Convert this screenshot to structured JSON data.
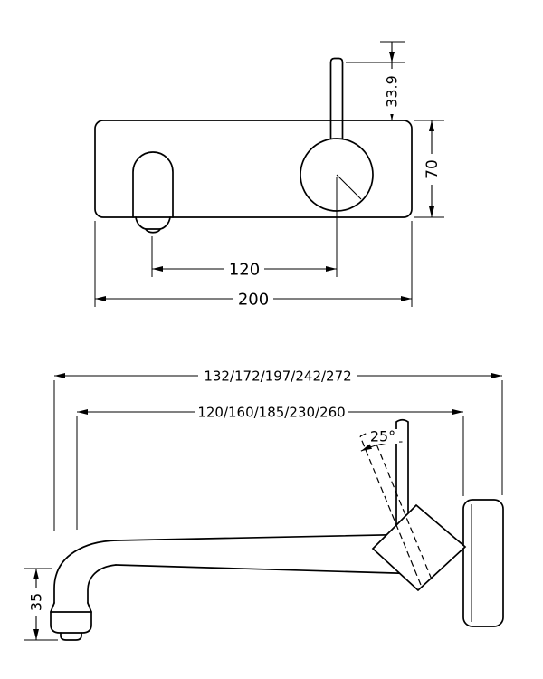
{
  "front_view": {
    "dim_handle_above_plate": "33.9",
    "dim_plate_height": "70",
    "dim_spout_to_handle_center": "120",
    "dim_plate_width": "200"
  },
  "side_view": {
    "dim_overall_projection": "132/172/197/242/272",
    "dim_spout_reach": "120/160/185/230/260",
    "dim_handle_angle": "25°",
    "dim_outlet_drop": "35"
  }
}
